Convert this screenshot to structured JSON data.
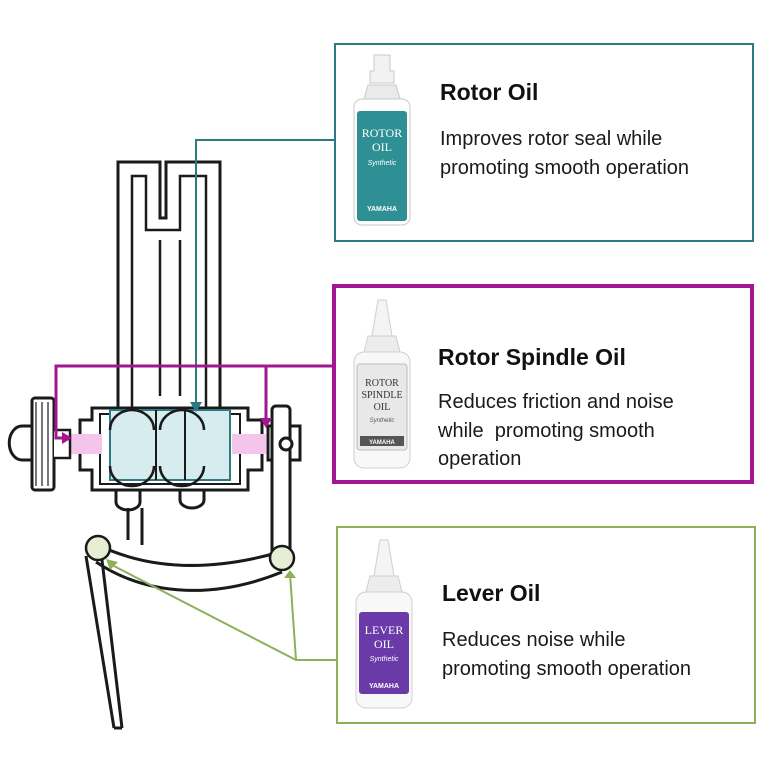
{
  "colors": {
    "rotor": "#2d7a84",
    "spindle": "#a4168f",
    "lever": "#8fb05a",
    "outline": "#1a1a1a",
    "rotor_fill": "#d6ecef",
    "spindle_fill": "#f4c5ea",
    "lever_fill": "#e6efd3"
  },
  "cards": [
    {
      "id": "rotor",
      "title": "Rotor Oil",
      "desc_lines": [
        "Improves rotor seal while",
        "promoting smooth operation"
      ],
      "bottle": {
        "label_lines": [
          "ROTOR",
          "OIL"
        ],
        "sub": "Synthetic",
        "brand": "YAMAHA",
        "color": "#2e8f94"
      }
    },
    {
      "id": "spindle",
      "title": "Rotor Spindle Oil",
      "desc_lines": [
        "Reduces friction and noise",
        "while  promoting smooth",
        "operation"
      ],
      "bottle": {
        "label_lines": [
          "ROTOR",
          "SPINDLE",
          "OIL"
        ],
        "sub": "Synthetic",
        "brand": "YAMAHA",
        "color": "#e8e8e8"
      }
    },
    {
      "id": "lever",
      "title": "Lever Oil",
      "desc_lines": [
        "Reduces noise while",
        "promoting smooth operation"
      ],
      "bottle": {
        "label_lines": [
          "LEVER",
          "OIL"
        ],
        "sub": "Synthetic",
        "brand": "YAMAHA",
        "color": "#6a3aa8"
      }
    }
  ]
}
